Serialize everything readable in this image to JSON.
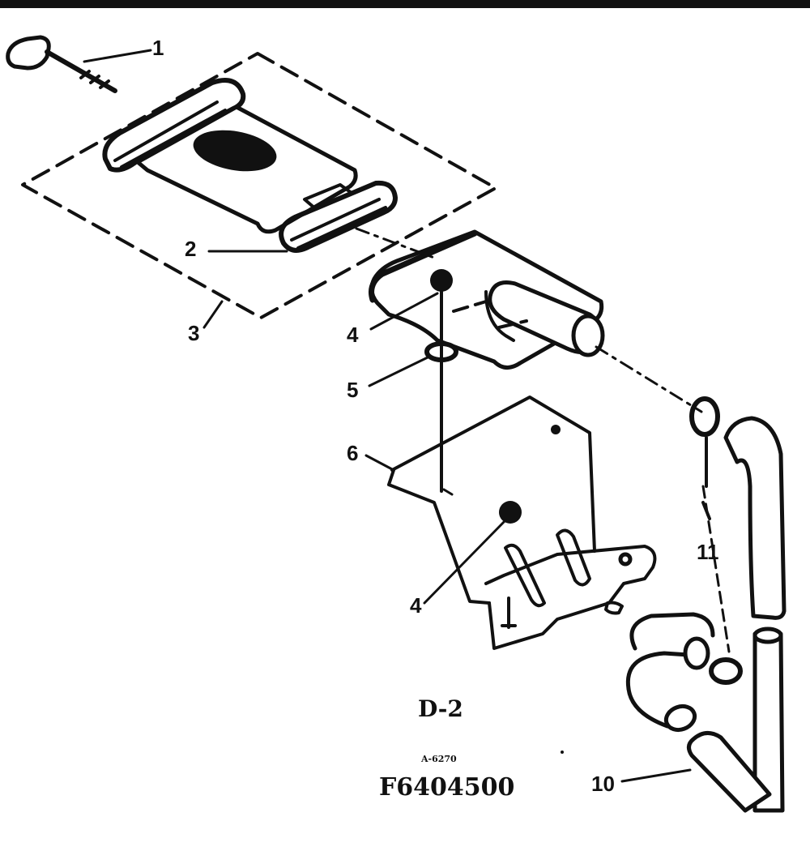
{
  "diagram": {
    "figure_label": "D-2",
    "small_code": "A-6270",
    "part_number": "F6404500",
    "callouts": [
      {
        "id": "c1",
        "text": "1"
      },
      {
        "id": "c2",
        "text": "2"
      },
      {
        "id": "c3",
        "text": "3"
      },
      {
        "id": "c4a",
        "text": "4"
      },
      {
        "id": "c5",
        "text": "5"
      },
      {
        "id": "c6",
        "text": "6"
      },
      {
        "id": "c4b",
        "text": "4"
      },
      {
        "id": "c11",
        "text": "11"
      },
      {
        "id": "c10",
        "text": "10"
      }
    ],
    "colors": {
      "ink": "#111111",
      "paper": "#ffffff"
    }
  }
}
